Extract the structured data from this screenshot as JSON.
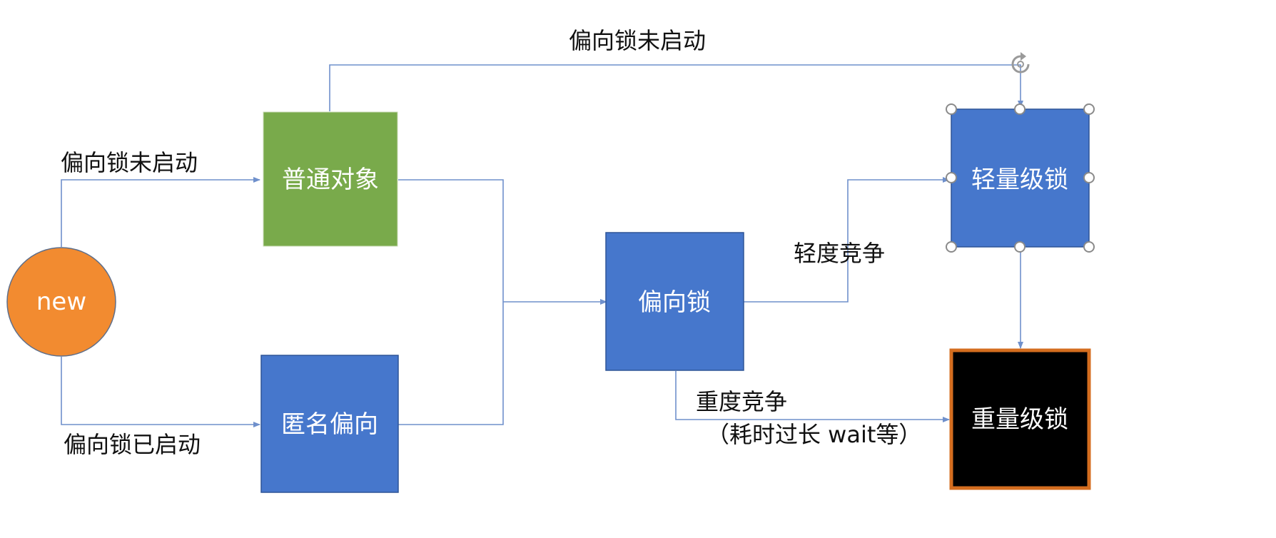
{
  "nodes": {
    "new": {
      "label": "new",
      "color": "#f28b30"
    },
    "normal_object": {
      "label": "普通对象",
      "color": "#79aa4b"
    },
    "anonymous_biased": {
      "label": "匿名偏向",
      "color": "#4677cc"
    },
    "biased_lock": {
      "label": "偏向锁",
      "color": "#4677cc"
    },
    "lightweight_lock": {
      "label": "轻量级锁",
      "color": "#4677cc"
    },
    "heavyweight_lock": {
      "label": "重量级锁",
      "color": "#000000",
      "border_color": "#d46d1f"
    }
  },
  "edges": {
    "new_to_normal": {
      "label": "偏向锁未启动"
    },
    "new_to_anonymous": {
      "label": "偏向锁已启动"
    },
    "normal_to_lightweight": {
      "label": "偏向锁未启动"
    },
    "biased_to_lightweight": {
      "label": "轻度竞争"
    },
    "biased_to_heavyweight": {
      "label_line1": "重度竞争",
      "label_line2": "（耗时过长 wait等）"
    }
  },
  "colors": {
    "edge": "#6f90cc",
    "handle_stroke": "#8a8a8a"
  },
  "icons": {
    "rotate_handle": "rotate-icon",
    "resize_handles": "circle-handle"
  }
}
